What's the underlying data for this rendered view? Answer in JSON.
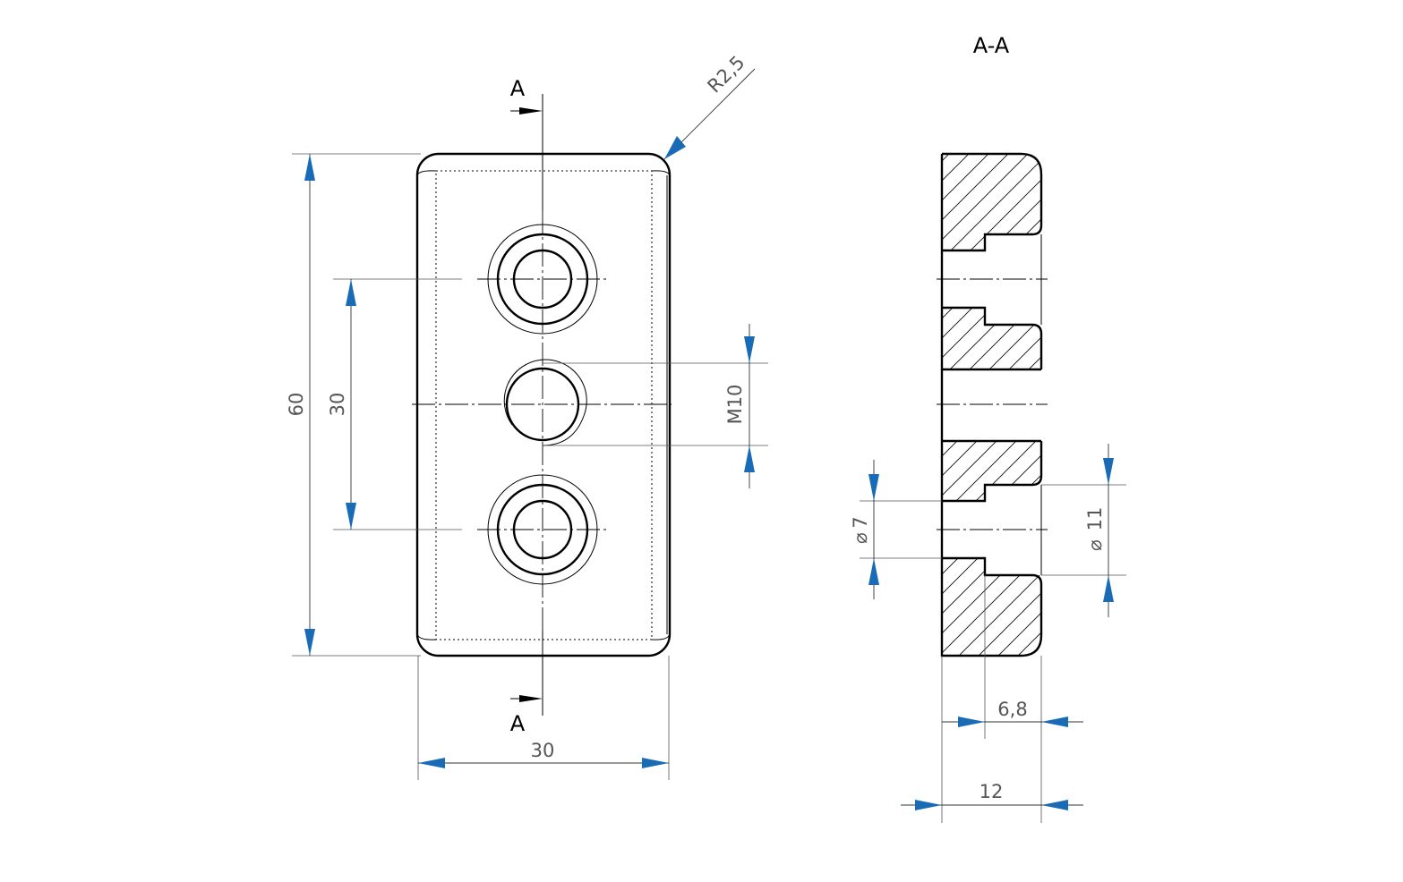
{
  "front_view": {
    "section_mark_top": "A",
    "section_mark_bottom": "A",
    "dim_height": "60",
    "dim_hole_spacing": "30",
    "dim_width": "30",
    "dim_radius": "R2,5",
    "dim_thread": "M10"
  },
  "section_view": {
    "title": "A-A",
    "dim_small_dia": "7",
    "dim_counterbore_dia": "11",
    "dim_counterbore_depth": "6,8",
    "dim_thickness": "12"
  },
  "colors": {
    "line": "#000000",
    "dimension_arrow": "#1a6bb5",
    "dimension_text": "#555555"
  }
}
